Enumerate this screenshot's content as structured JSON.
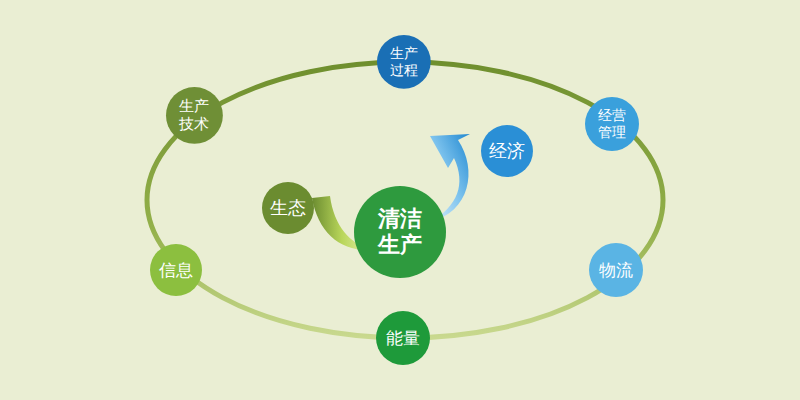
{
  "diagram": {
    "nodes": [
      {
        "text": [
          "生产 过程"
        ]
      },
      {
        "text": [
          "生产 技术"
        ]
      },
      {
        "text": [
          "经营 管理"
        ]
      },
      {
        "text": [
          "经济"
        ]
      },
      {
        "text": [
          "生态"
        ]
      },
      {
        "text": [
          "清洁 生产"
        ]
      },
      {
        "text": [
          "信息"
        ]
      },
      {
        "text": [
          "物流"
        ]
      },
      {
        "text": [
          "能量"
        ]
      }
    ]
  }
}
